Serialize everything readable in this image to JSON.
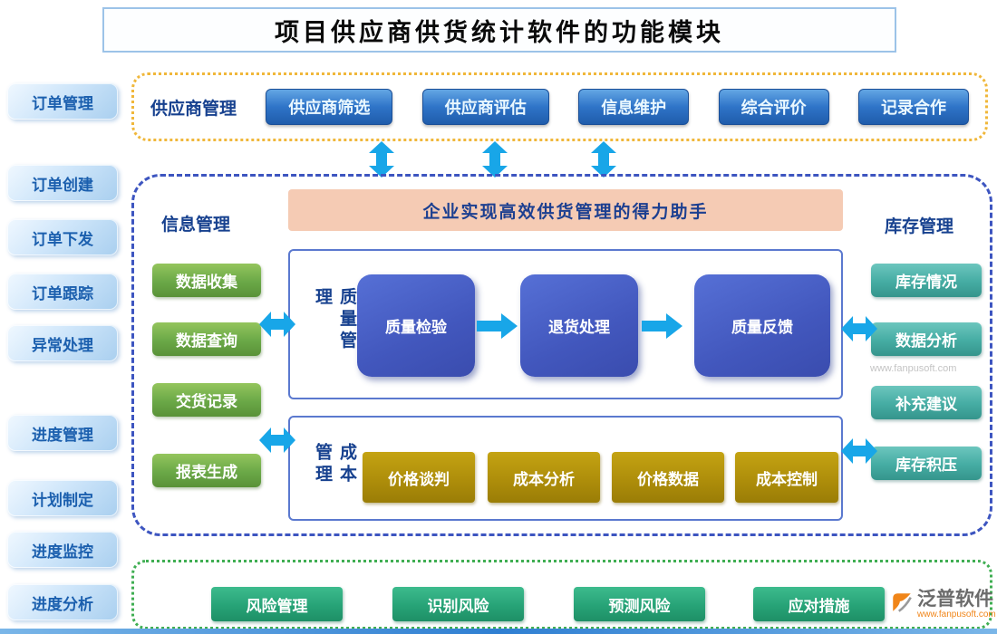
{
  "title": "项目供应商供货统计软件的功能模块",
  "sidebar": {
    "items": [
      "订单管理",
      "订单创建",
      "订单下发",
      "订单跟踪",
      "异常处理",
      "进度管理",
      "计划制定",
      "进度监控",
      "进度分析"
    ]
  },
  "supplier": {
    "label": "供应商管理",
    "items": [
      "供应商筛选",
      "供应商评估",
      "信息维护",
      "综合评价",
      "记录合作"
    ]
  },
  "main": {
    "banner": "企业实现高效供货管理的得力助手",
    "info": {
      "label": "信息管理",
      "items": [
        "数据收集",
        "数据查询",
        "交货记录",
        "报表生成"
      ]
    },
    "quality": {
      "label": "质量管理",
      "items": [
        "质量检验",
        "退货处理",
        "质量反馈"
      ]
    },
    "cost": {
      "label": "成本管理",
      "items": [
        "价格谈判",
        "成本分析",
        "价格数据",
        "成本控制"
      ]
    },
    "inventory": {
      "label": "库存管理",
      "items": [
        "库存情况",
        "数据分析",
        "补充建议",
        "库存积压"
      ]
    },
    "watermark": "www.fanpusoft.com"
  },
  "risk": {
    "items": [
      "风险管理",
      "识别风险",
      "预测风险",
      "应对措施"
    ]
  },
  "logo": {
    "name": "泛普软件",
    "url": "www.fanpusoft.com"
  },
  "colors": {
    "blue_button": "#2f74c8",
    "green_button": "#6aa847",
    "gold_button": "#ac8c0a",
    "teal_button": "#45aca3",
    "risk_button": "#27a377",
    "arrow": "#18a6e8",
    "banner_bg": "#f5cbb4",
    "supplier_border": "#f0b73a",
    "main_border": "#3d55c0",
    "risk_border": "#3fae52"
  }
}
